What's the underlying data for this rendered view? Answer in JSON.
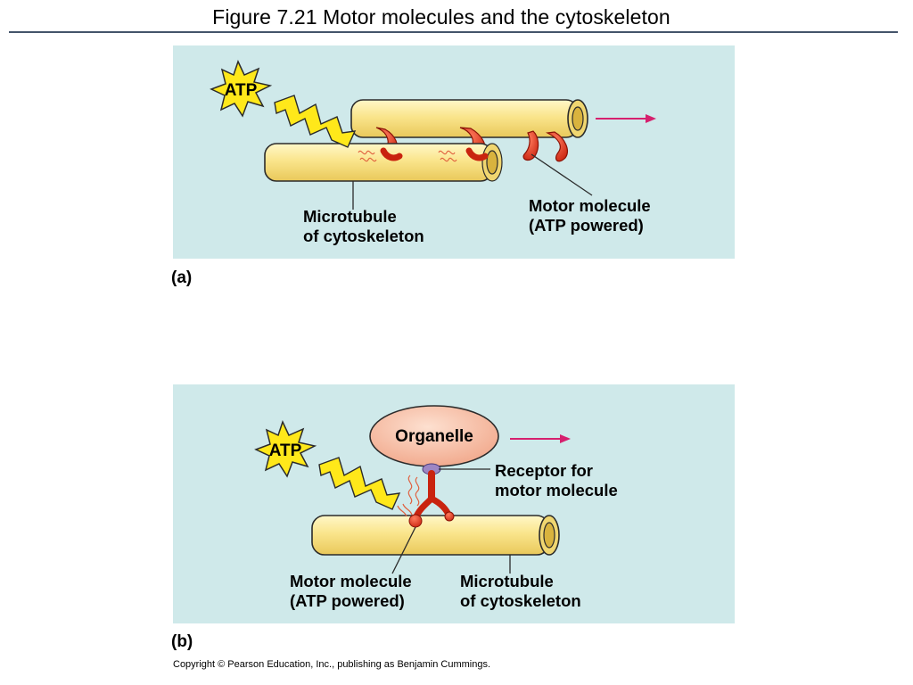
{
  "title": "Figure 7.21  Motor molecules and the cytoskeleton",
  "panel_a": {
    "part_label": "(a)",
    "atp_label": "ATP",
    "microtubule_label": [
      "Microtubule",
      "of cytoskeleton"
    ],
    "motor_label": [
      "Motor molecule",
      "(ATP powered)"
    ]
  },
  "panel_b": {
    "part_label": "(b)",
    "atp_label": "ATP",
    "organelle_label": "Organelle",
    "receptor_label": [
      "Receptor for",
      "motor molecule"
    ],
    "motor_label": [
      "Motor molecule",
      "(ATP powered)"
    ],
    "microtubule_label": [
      "Microtubule",
      "of cytoskeleton"
    ]
  },
  "copyright": "Copyright © Pearson Education, Inc., publishing as Benjamin Cummings.",
  "colors": {
    "panel_bg": "#cfe9ea",
    "tube_fill": "#f9e58a",
    "tube_edge": "#2b2b2b",
    "motor": "#d9331f",
    "atp_star": "#ffe81a",
    "arrow": "#d6206e",
    "organelle": "#f7b9a0",
    "receptor": "#9d86c4"
  }
}
